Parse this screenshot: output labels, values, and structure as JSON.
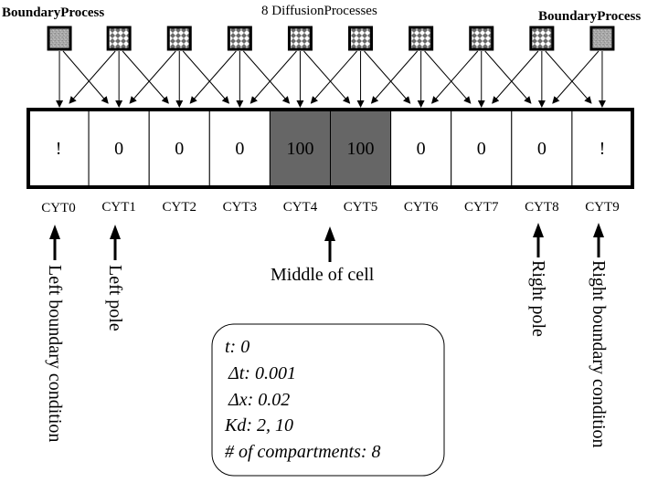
{
  "header": {
    "left_boundary_label": "BoundaryProcess",
    "diffusion_label": "8 DiffusionProcesses",
    "right_boundary_label": "BoundaryProcess"
  },
  "processes": [
    {
      "type": "boundary",
      "icon": "noise-pattern-icon"
    },
    {
      "type": "diffusion",
      "icon": "diamond-pattern-icon"
    },
    {
      "type": "diffusion",
      "icon": "diamond-pattern-icon"
    },
    {
      "type": "diffusion",
      "icon": "diamond-pattern-icon"
    },
    {
      "type": "diffusion",
      "icon": "diamond-pattern-icon"
    },
    {
      "type": "diffusion",
      "icon": "diamond-pattern-icon"
    },
    {
      "type": "diffusion",
      "icon": "diamond-pattern-icon"
    },
    {
      "type": "diffusion",
      "icon": "diamond-pattern-icon"
    },
    {
      "type": "diffusion",
      "icon": "diamond-pattern-icon"
    },
    {
      "type": "boundary",
      "icon": "noise-pattern-icon"
    }
  ],
  "compartments": [
    {
      "name": "CYT0",
      "value": "!",
      "highlighted": false
    },
    {
      "name": "CYT1",
      "value": "0",
      "highlighted": false
    },
    {
      "name": "CYT2",
      "value": "0",
      "highlighted": false
    },
    {
      "name": "CYT3",
      "value": "0",
      "highlighted": false
    },
    {
      "name": "CYT4",
      "value": "100",
      "highlighted": true
    },
    {
      "name": "CYT5",
      "value": "100",
      "highlighted": true
    },
    {
      "name": "CYT6",
      "value": "0",
      "highlighted": false
    },
    {
      "name": "CYT7",
      "value": "0",
      "highlighted": false
    },
    {
      "name": "CYT8",
      "value": "0",
      "highlighted": false
    },
    {
      "name": "CYT9",
      "value": "!",
      "highlighted": false
    }
  ],
  "annotations": {
    "left_boundary": "Left boundary condition",
    "left_pole": "Left pole",
    "middle": "Middle of cell",
    "right_pole": "Right pole",
    "right_boundary": "Right boundary condition"
  },
  "parameters": {
    "t": "t: 0",
    "dt": "Δt: 0.001",
    "dx": "Δx: 0.02",
    "kd": "Kd: 2, 10",
    "compartments": "# of compartments: 8"
  },
  "colors": {
    "highlight_fill": "#666666",
    "diamond_fill": "#6a6a6a",
    "noise_fill": "#a8a8a8",
    "stroke": "#000000"
  }
}
